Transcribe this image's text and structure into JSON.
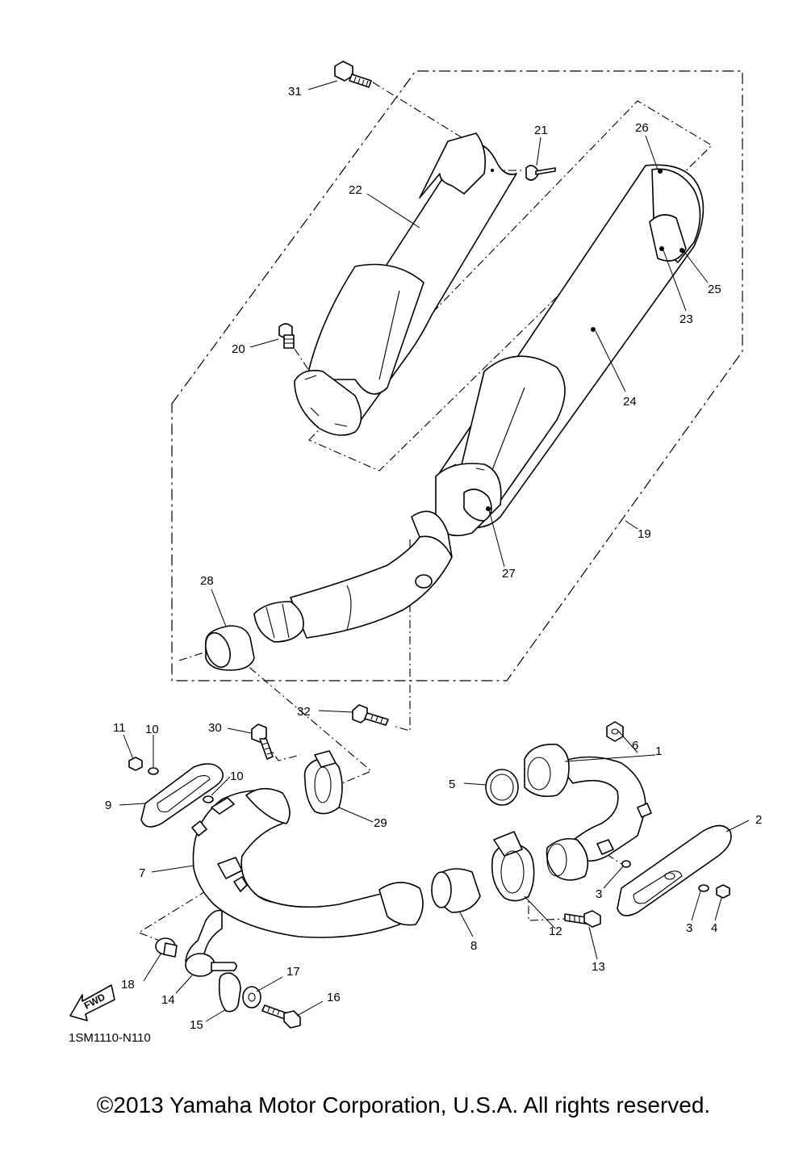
{
  "diagram": {
    "parts": [
      "1",
      "2",
      "3",
      "4",
      "5",
      "6",
      "7",
      "8",
      "9",
      "10",
      "11",
      "12",
      "13",
      "14",
      "15",
      "16",
      "17",
      "18",
      "19",
      "20",
      "21",
      "22",
      "23",
      "24",
      "25",
      "26",
      "27",
      "28",
      "29",
      "30",
      "31",
      "32"
    ],
    "callouts": {
      "p1": "1",
      "p2": "2",
      "p3a": "3",
      "p3b": "3",
      "p4": "4",
      "p5": "5",
      "p6": "6",
      "p7": "7",
      "p8": "8",
      "p9": "9",
      "p10a": "10",
      "p10b": "10",
      "p11": "11",
      "p12": "12",
      "p13": "13",
      "p14": "14",
      "p15": "15",
      "p16": "16",
      "p17": "17",
      "p18": "18",
      "p19": "19",
      "p20": "20",
      "p21": "21",
      "p22": "22",
      "p23": "23",
      "p24": "24",
      "p25": "25",
      "p26": "26",
      "p27": "27",
      "p28": "28",
      "p29": "29",
      "p30": "30",
      "p31": "31",
      "p32": "32"
    },
    "diagram_code": "1SM1110-N110",
    "fwd_label": "FWD",
    "copyright": "©2013 Yamaha Motor Corporation, U.S.A. All rights reserved."
  }
}
